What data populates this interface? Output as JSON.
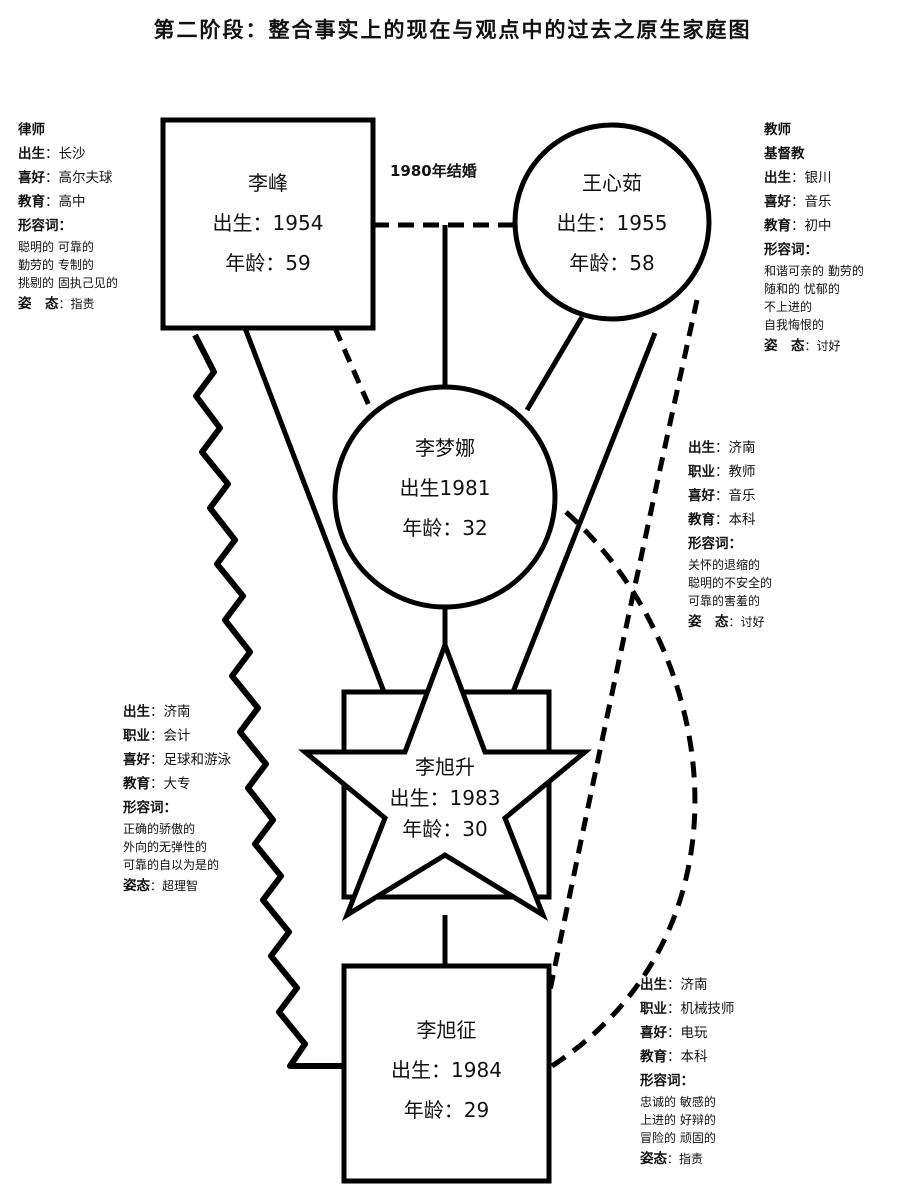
{
  "title": "第二阶段：整合事实上的现在与观点中的过去之原生家庭图",
  "marriage_label": "1980年结婚",
  "father": {
    "name": "李峰",
    "birth": "出生：1954",
    "age": "年龄：59"
  },
  "mother": {
    "name": "王心茹",
    "birth": "出生：1955",
    "age": "年龄：58"
  },
  "daughter": {
    "name": "李梦娜",
    "birth": "出生1981",
    "age": "年龄：32"
  },
  "son1": {
    "name": "李旭升",
    "birth": "出生：1983",
    "age": "年龄：30"
  },
  "son2": {
    "name": "李旭征",
    "birth": "出生：1984",
    "age": "年龄：29"
  },
  "father_info": {
    "job": "律师",
    "birth_k": "出生",
    "birth_v": "：长沙",
    "hobby_k": "喜好",
    "hobby_v": "：高尔夫球",
    "edu_k": "教育",
    "edu_v": "：高中",
    "adj_k": "形容词：",
    "adj1": "聪明的 可靠的",
    "adj2": "勤劳的 专制的",
    "adj3": "挑剔的 固执己见的",
    "att_k": "姿　态",
    "att_v": "：指责"
  },
  "mother_info": {
    "job": "教师",
    "faith": "基督教",
    "birth_k": "出生",
    "birth_v": "：银川",
    "hobby_k": "喜好",
    "hobby_v": "：音乐",
    "edu_k": "教育",
    "edu_v": "：初中",
    "adj_k": "形容词：",
    "adj1": "和谐可亲的 勤劳的",
    "adj2": "随和的 忧郁的",
    "adj3": "不上进的",
    "adj4": "自我悔恨的",
    "att_k": "姿　态",
    "att_v": "：讨好"
  },
  "daughter_info": {
    "birth_k": "出生",
    "birth_v": "：济南",
    "job_k": "职业",
    "job_v": "：教师",
    "hobby_k": "喜好",
    "hobby_v": "：音乐",
    "edu_k": "教育",
    "edu_v": "：本科",
    "adj_k": "形容词：",
    "adj1": "关怀的退缩的",
    "adj2": "聪明的不安全的",
    "adj3": "可靠的害羞的",
    "att_k": "姿　态",
    "att_v": "：讨好"
  },
  "son1_info": {
    "birth_k": "出生",
    "birth_v": "：济南",
    "job_k": "职业",
    "job_v": "：会计",
    "hobby_k": "喜好",
    "hobby_v": "：足球和游泳",
    "edu_k": "教育",
    "edu_v": "：大专",
    "adj_k": "形容词：",
    "adj1": "正确的骄傲的",
    "adj2": "外向的无弹性的",
    "adj3": "可靠的自以为是的",
    "att_k": "姿态",
    "att_v": "：超理智"
  },
  "son2_info": {
    "birth_k": "出生",
    "birth_v": "：济南",
    "job_k": "职业",
    "job_v": "：机械技师",
    "hobby_k": "喜好",
    "hobby_v": "：电玩",
    "edu_k": "教育",
    "edu_v": "：本科",
    "adj_k": "形容词：",
    "adj1": "忠诚的 敏感的",
    "adj2": "上进的 好辩的",
    "adj3": "冒险的 顽固的",
    "att_k": "姿态",
    "att_v": "：指责"
  }
}
